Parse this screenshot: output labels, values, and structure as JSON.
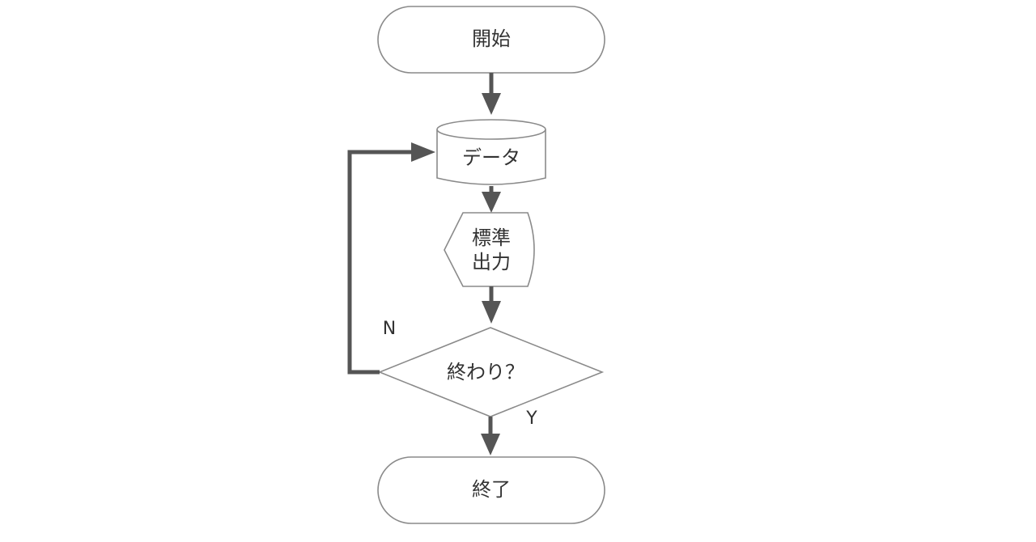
{
  "nodes": {
    "start": {
      "label": "開始",
      "shape": "terminal"
    },
    "data": {
      "label": "データ",
      "shape": "stored-data"
    },
    "output": {
      "label_line1": "標準",
      "label_line2": "出力",
      "shape": "display"
    },
    "decision": {
      "label": "終わり？",
      "shape": "decision"
    },
    "end": {
      "label": "終了",
      "shape": "terminal"
    }
  },
  "branches": {
    "no_label": "N",
    "yes_label": "Y"
  },
  "colors": {
    "connector": "#555555",
    "node_border": "#8a8a8a",
    "text": "#333333",
    "background": "#ffffff"
  }
}
